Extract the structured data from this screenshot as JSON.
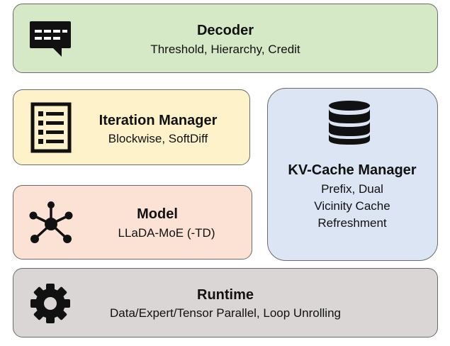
{
  "colors": {
    "decoder_bg": "#d6e9c6",
    "iteration_bg": "#fdf2c9",
    "model_bg": "#fbe2d4",
    "kvcache_bg": "#dbe5f3",
    "runtime_bg": "#d9d6d5",
    "border": "#6b6b6b",
    "icon": "#111111"
  },
  "decoder": {
    "title": "Decoder",
    "subtitle": "Threshold, Hierarchy, Credit",
    "icon": "message-icon"
  },
  "iteration_manager": {
    "title": "Iteration Manager",
    "subtitle": "Blockwise, SoftDiff",
    "icon": "checklist-icon"
  },
  "model": {
    "title": "Model",
    "subtitle": "LLaDA-MoE (-TD)",
    "icon": "network-icon"
  },
  "kv_cache_manager": {
    "title": "KV-Cache Manager",
    "lines": [
      "Prefix, Dual",
      "Vicinity Cache",
      "Refreshment"
    ],
    "icon": "database-icon"
  },
  "runtime": {
    "title": "Runtime",
    "subtitle": "Data/Expert/Tensor Parallel, Loop Unrolling",
    "icon": "gear-icon"
  }
}
